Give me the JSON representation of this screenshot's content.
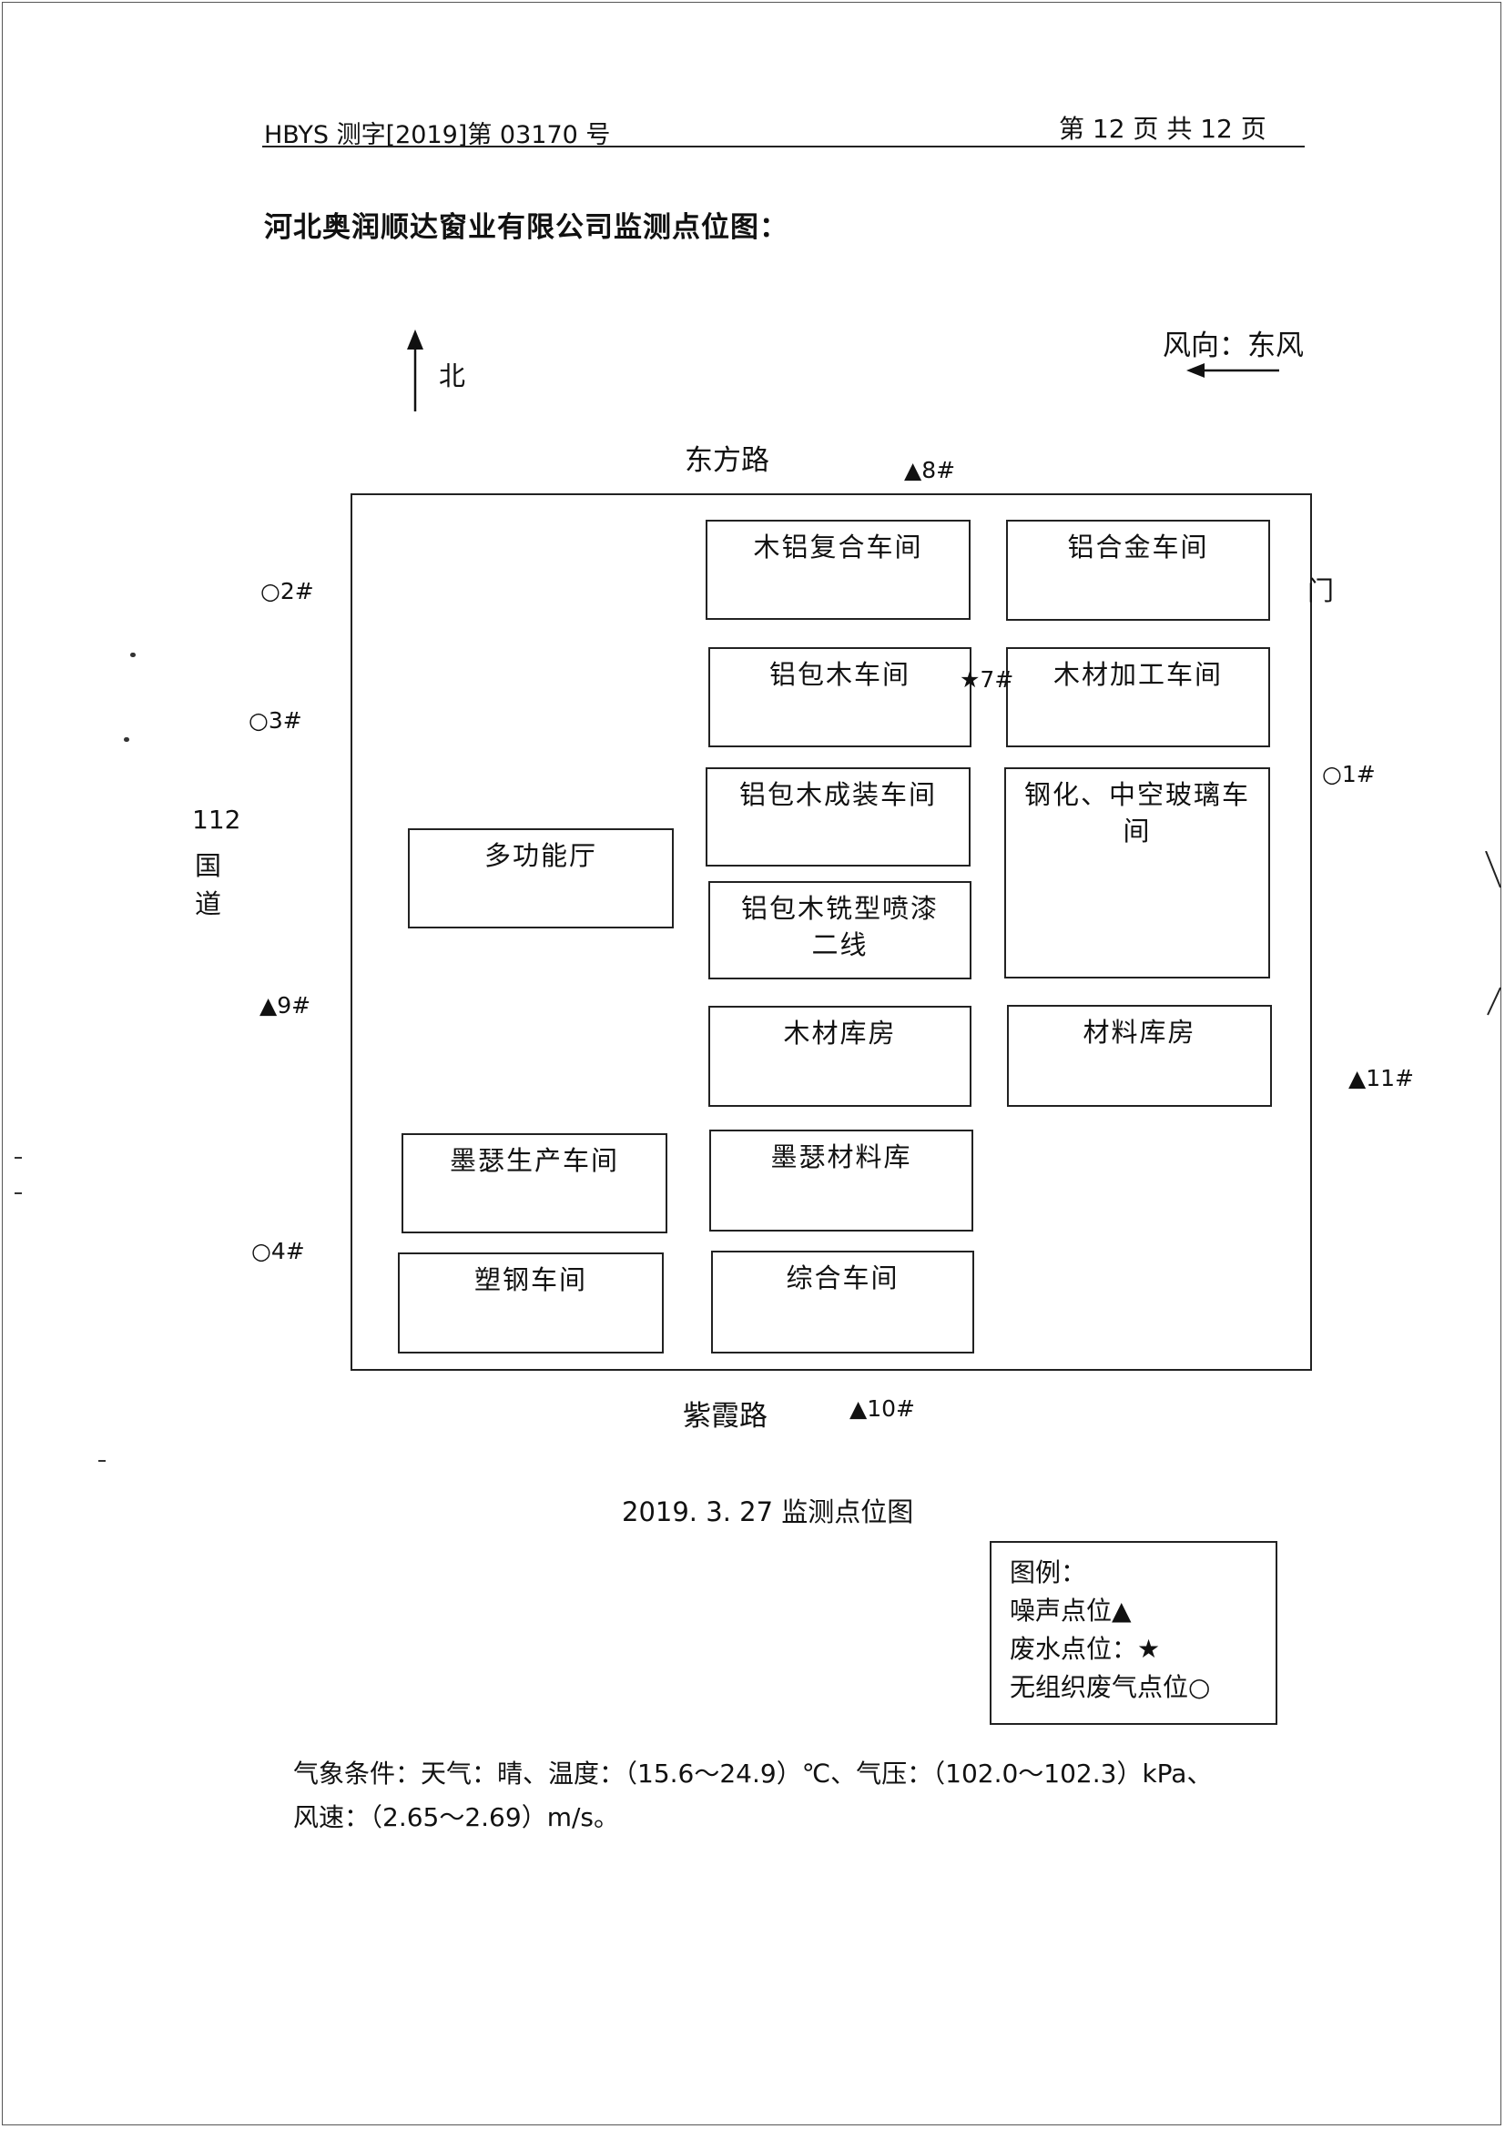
{
  "header": {
    "report_no": "HBYS 测字[2019]第 03170 号",
    "page_info": "第 12 页 共 12 页"
  },
  "title": "河北奥润顺达窗业有限公司监测点位图：",
  "map": {
    "north_label": "北",
    "wind_label": "风向：东风",
    "roads": {
      "north": "东方路",
      "south": "紫霞路",
      "west_num": "112",
      "west_c1": "国",
      "west_c2": "道"
    },
    "gate_label": "门",
    "buildings": {
      "wood_alu_composite": "木铝复合车间",
      "alloy": "铝合金车间",
      "alu_clad_wood": "铝包木车间",
      "wood_processing": "木材加工车间",
      "alu_clad_assembly": "铝包木成装车间",
      "glass_line1": "钢化、中空玻璃车",
      "glass_line2": "间",
      "multi_hall": "多功能厅",
      "spray_line1": "铝包木铣型喷漆",
      "spray_line2": "二线",
      "timber_store": "木材库房",
      "material_store": "材料库房",
      "mose_workshop": "墨瑟生产车间",
      "mose_store": "墨瑟材料库",
      "plastic_steel": "塑钢车间",
      "general_workshop": "综合车间"
    },
    "points": {
      "p1": "○1#",
      "p2": "○2#",
      "p3": "○3#",
      "p4": "○4#",
      "p7": "★7#",
      "p8": "▲8#",
      "p9": "▲9#",
      "p10": "▲10#",
      "p11": "▲11#"
    },
    "caption": "2019. 3. 27 监测点位图"
  },
  "legend": {
    "title": "图例：",
    "noise": "噪声点位▲",
    "wastewater": "废水点位：★",
    "gas": "无组织废气点位○"
  },
  "conditions": {
    "line1": "气象条件：天气：晴、温度：（15.6～24.9）℃、气压：（102.0～102.3）kPa、",
    "line2": "风速：（2.65～2.69）m/s。"
  }
}
